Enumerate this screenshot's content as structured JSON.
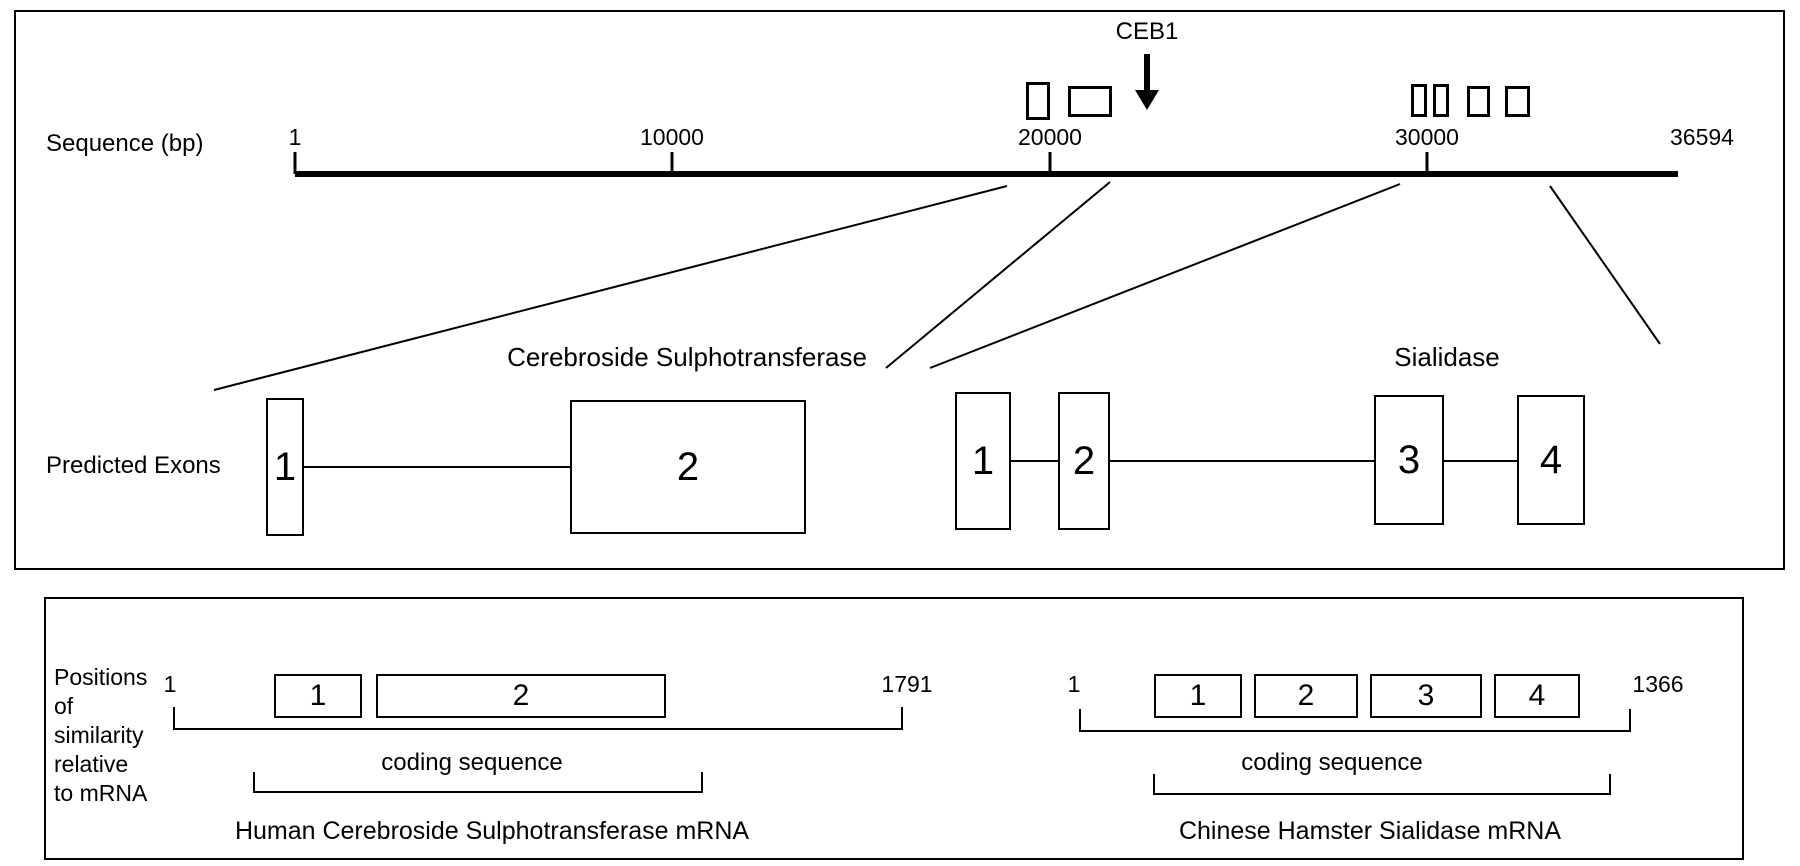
{
  "figure": {
    "top_panel": {
      "sequence_axis_label": "Sequence (bp)",
      "ceb1_marker_label": "CEB1",
      "axis_ticks": [
        "1",
        "10000",
        "20000",
        "30000"
      ],
      "axis_end_label": "36594",
      "predicted_exons_label": "Predicted Exons",
      "cerebroside_gene": {
        "title": "Cerebroside Sulphotransferase",
        "exon_numbers": [
          "1",
          "2"
        ]
      },
      "sialidase_gene": {
        "title": "Sialidase",
        "exon_numbers": [
          "1",
          "2",
          "3",
          "4"
        ]
      }
    },
    "bottom_panel": {
      "section_label_lines": [
        "Positions",
        "of",
        "similarity",
        "relative",
        "to mRNA"
      ],
      "human_mrna": {
        "start_position": "1",
        "end_position": "1791",
        "exon_numbers": [
          "1",
          "2"
        ],
        "coding_sequence_label": "coding sequence",
        "caption": "Human Cerebroside Sulphotransferase mRNA"
      },
      "hamster_mrna": {
        "start_position": "1",
        "end_position": "1366",
        "exon_numbers": [
          "1",
          "2",
          "3",
          "4"
        ],
        "coding_sequence_label": "coding sequence",
        "caption": "Chinese Hamster Sialidase mRNA"
      }
    }
  }
}
